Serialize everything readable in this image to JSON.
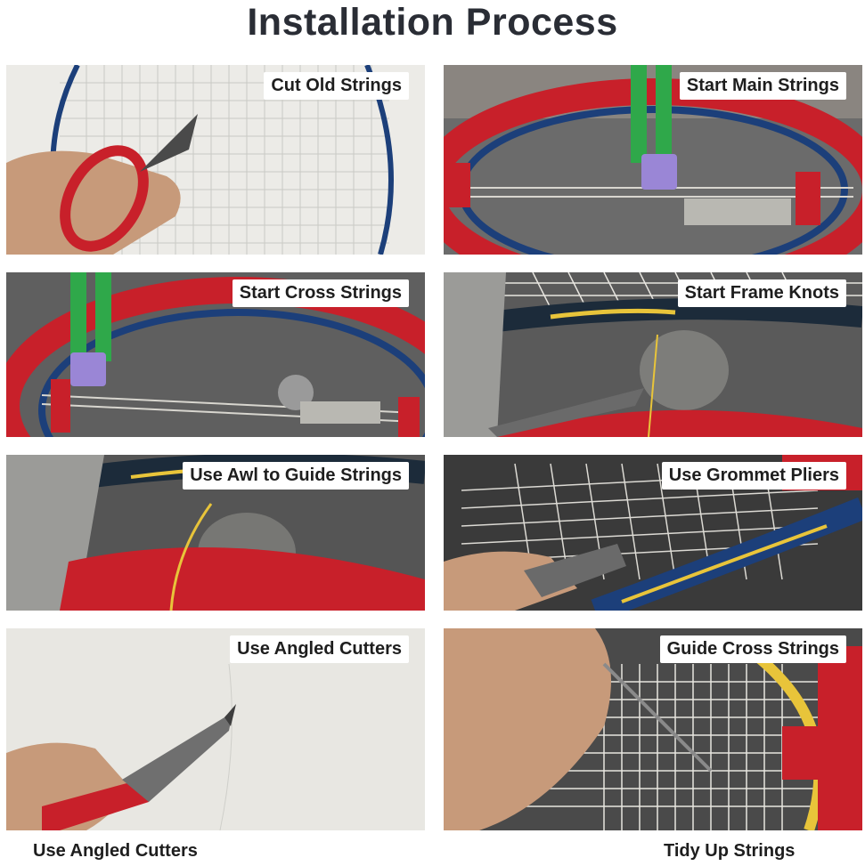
{
  "title": "Installation Process",
  "panels": [
    {
      "label": "Cut Old Strings",
      "icon": "scissors-cutting-racket-photo"
    },
    {
      "label": "Start Main Strings",
      "icon": "racket-in-stringing-machine-photo"
    },
    {
      "label": "Start Cross Strings",
      "icon": "racket-clamped-cross-strings-photo"
    },
    {
      "label": "Start Frame Knots",
      "icon": "pliers-tying-frame-knot-photo"
    },
    {
      "label": "Use Awl to Guide Strings",
      "icon": "awl-guiding-string-photo"
    },
    {
      "label": "Use Grommet Pliers",
      "icon": "grommet-pliers-on-frame-photo"
    },
    {
      "label": "Use Angled Cutters",
      "icon": "angled-cutters-photo"
    },
    {
      "label": "Guide Cross Strings",
      "icon": "awl-through-cross-strings-photo"
    }
  ],
  "captions": {
    "left": "Use Angled Cutters",
    "right": "Tidy Up Strings"
  },
  "colors": {
    "title": "#2a2d35",
    "clamp_red": "#c8202a",
    "frame_blue": "#1c3f7a",
    "string_yellow": "#e8c43a",
    "clamp_green": "#2fa84a"
  }
}
